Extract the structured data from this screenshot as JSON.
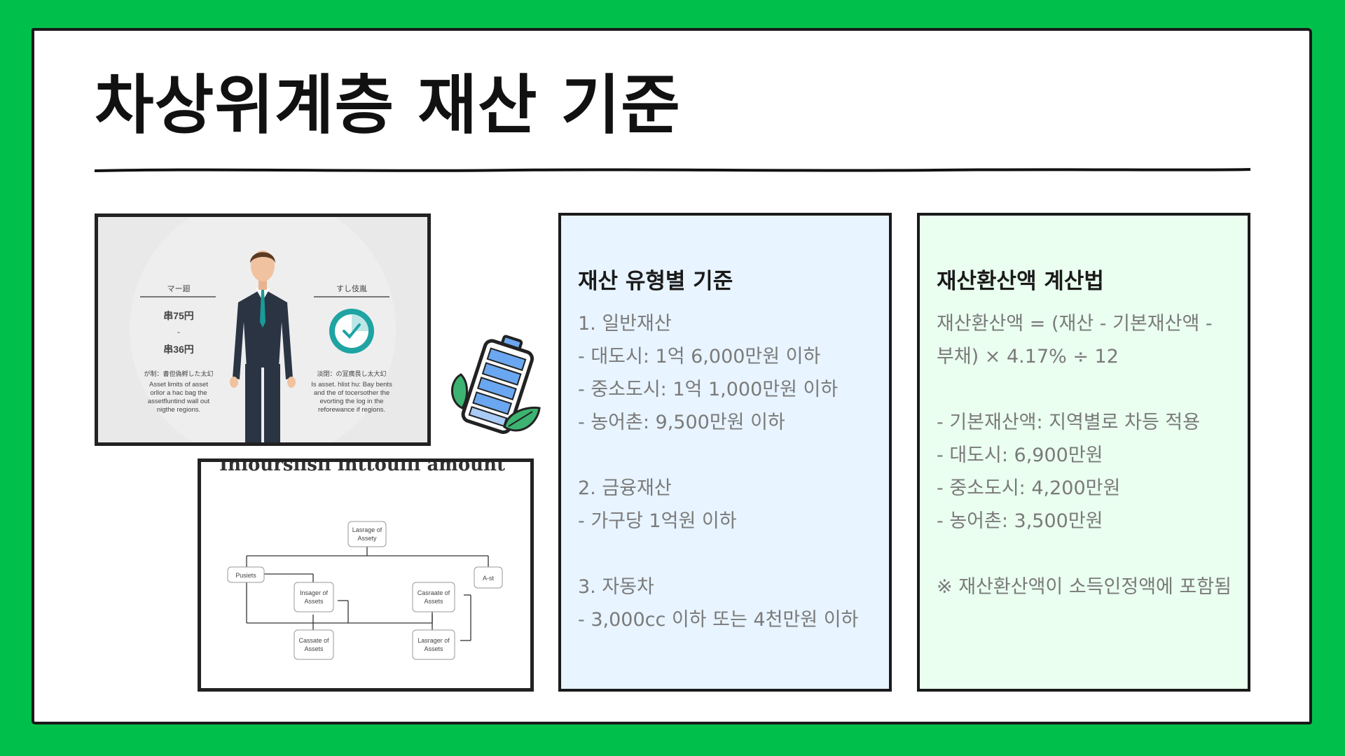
{
  "slide": {
    "title": "차상위계층 재산 기준"
  },
  "illustration_left": {
    "left_heading": "マー廻",
    "left_value1": "串75円",
    "left_dash": "-",
    "left_value2": "串36円",
    "left_sub": "が制：書但偽孵した太幻",
    "left_caption": [
      "Asset limits of asset",
      "orllor a hac bag the",
      "assetfluntind wall out",
      "nigthe regions."
    ],
    "right_heading": "すし伎胤",
    "right_sub": "淡閉：の冝痍畏し太大幻",
    "right_caption": [
      "Is asset. hlist hu: Bay bents",
      "and the of tocersother the",
      "evorting the log in the",
      "reforewance if regions."
    ]
  },
  "illustration_diagram": {
    "heading": "Inlourslisii inttoulli amount",
    "nodes": {
      "top": [
        "Lasrage of",
        "Assety"
      ],
      "left": [
        "Pusiets"
      ],
      "right": [
        "A-st"
      ],
      "mid_left": [
        "Insager of",
        "Assets"
      ],
      "mid_right": [
        "Casraate of",
        "Assets"
      ],
      "bottom_left": [
        "Cassate of",
        "Assets"
      ],
      "bottom_right": [
        "Lasrager of",
        "Assets"
      ]
    }
  },
  "panel_types": {
    "heading": "재산 유형별 기준",
    "lines": [
      "1. 일반재산",
      "- 대도시: 1억 6,000만원 이하",
      "- 중소도시: 1억 1,000만원 이하",
      "- 농어촌: 9,500만원 이하",
      "",
      "2. 금융재산",
      "- 가구당 1억원 이하",
      "",
      "3. 자동차",
      "- 3,000cc 이하 또는 4천만원 이하"
    ]
  },
  "panel_formula": {
    "heading": "재산환산액 계산법",
    "formula": "재산환산액 = (재산 - 기본재산액 - 부채) × 4.17% ÷ 12",
    "lines": [
      "",
      "- 기본재산액: 지역별로 차등 적용",
      "- 대도시: 6,900만원",
      "- 중소도시: 4,200만원",
      "- 농어촌: 3,500만원",
      "",
      "※ 재산환산액이 소득인정액에 포함됨"
    ]
  },
  "colors": {
    "background": "#00c04b",
    "panel_blue": "#e8f4ff",
    "panel_green": "#eafff0",
    "battery_blue": "#6aa7f0",
    "leaf_green": "#3cb371"
  },
  "icons": [
    "businessman-illustration",
    "clock-check-icon",
    "battery-leaf-icon",
    "flowchart-diagram"
  ]
}
